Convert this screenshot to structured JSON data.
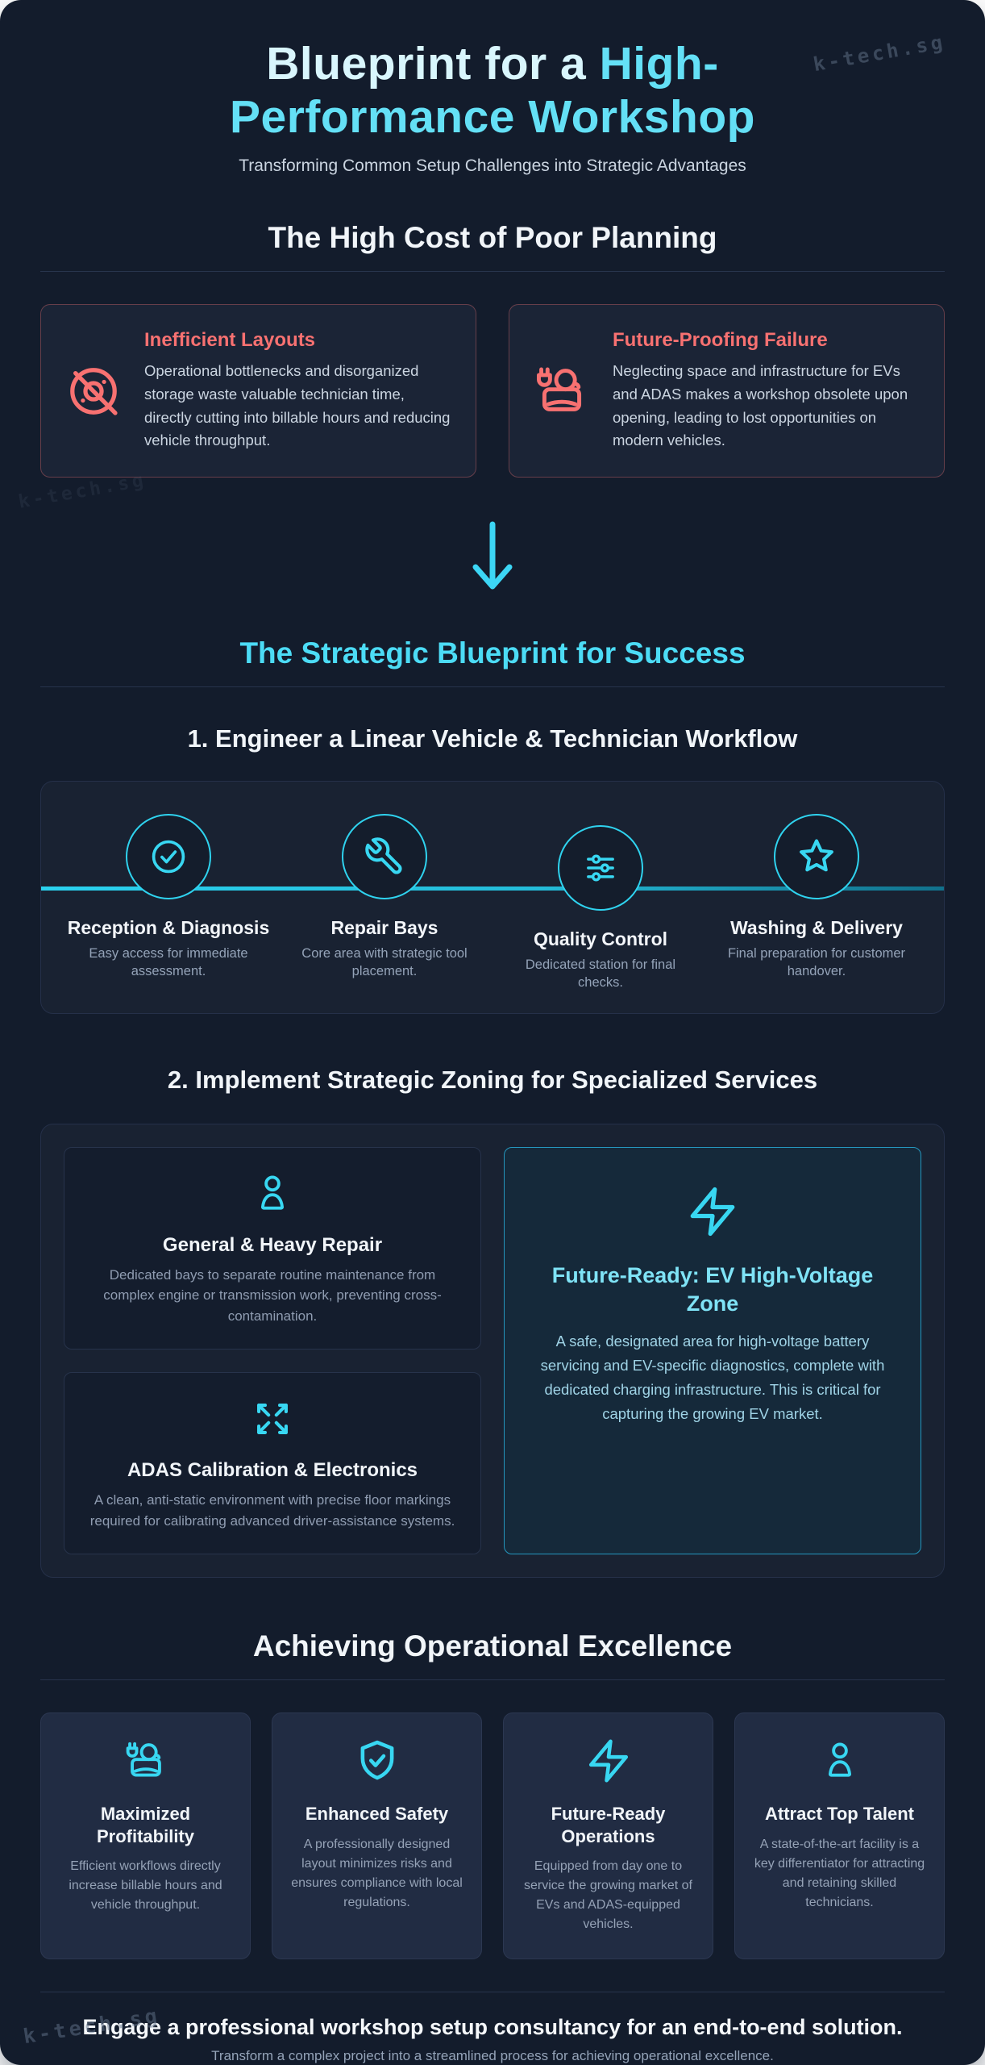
{
  "colors": {
    "background": "#131c2c",
    "accent_cyan": "#38d7f2",
    "accent_salmon": "#f87171"
  },
  "watermark": {
    "text": "k-tech.sg"
  },
  "header": {
    "title_light": "Blueprint for a ",
    "title_accent_1": "High-",
    "title_accent_2": "Performance Workshop",
    "subtitle": "Transforming Common Setup Challenges into Strategic Advantages"
  },
  "problems": {
    "heading": "The High Cost of Poor Planning",
    "cards": [
      {
        "icon": "ban-circle-icon",
        "title": "Inefficient Layouts",
        "text": "Operational bottlenecks and disorganized storage waste valuable technician time, directly cutting into billable hours and reducing vehicle throughput."
      },
      {
        "icon": "ev-car-charging-icon",
        "title": "Future-Proofing Failure",
        "text": "Neglecting space and infrastructure for EVs and ADAS makes a workshop obsolete upon opening, leading to lost opportunities on modern vehicles."
      }
    ]
  },
  "blueprint": {
    "heading": "The Strategic Blueprint for Success",
    "workflow": {
      "heading": "1. Engineer a Linear Vehicle & Technician Workflow",
      "steps": [
        {
          "icon": "check-circle-icon",
          "title": "Reception & Diagnosis",
          "text": "Easy access for immediate assessment."
        },
        {
          "icon": "wrench-icon",
          "title": "Repair Bays",
          "text": "Core area with strategic tool placement."
        },
        {
          "icon": "sliders-icon",
          "title": "Quality Control",
          "text": "Dedicated station for final checks."
        },
        {
          "icon": "star-icon",
          "title": "Washing & Delivery",
          "text": "Final preparation for customer handover."
        }
      ]
    },
    "zoning": {
      "heading": "2. Implement Strategic Zoning for Specialized Services",
      "zones": [
        {
          "icon": "person-icon",
          "title": "General & Heavy Repair",
          "text": "Dedicated bays to separate routine maintenance from complex engine or transmission work, preventing cross-contamination."
        },
        {
          "icon": "expand-arrows-icon",
          "title": "ADAS Calibration & Electronics",
          "text": "A clean, anti-static environment with precise floor markings required for calibrating advanced driver-assistance systems."
        },
        {
          "icon": "lightning-bolt-icon",
          "title": "Future-Ready: EV High-Voltage Zone",
          "text": "A safe, designated area for high-voltage battery servicing and EV-specific diagnostics, complete with dedicated charging infrastructure. This is critical for capturing the growing EV market."
        }
      ]
    }
  },
  "excellence": {
    "heading": "Achieving Operational Excellence",
    "cards": [
      {
        "icon": "ev-car-charging-icon",
        "title": "Maximized Profitability",
        "text": "Efficient workflows directly increase billable hours and vehicle throughput."
      },
      {
        "icon": "shield-check-icon",
        "title": "Enhanced Safety",
        "text": "A professionally designed layout minimizes risks and ensures compliance with local regulations."
      },
      {
        "icon": "lightning-bolt-icon",
        "title": "Future-Ready Operations",
        "text": "Equipped from day one to service the growing market of EVs and ADAS-equipped vehicles."
      },
      {
        "icon": "person-icon",
        "title": "Attract Top Talent",
        "text": "A state-of-the-art facility is a key differentiator for attracting and retaining skilled technicians."
      }
    ]
  },
  "footer": {
    "title": "Engage a professional workshop setup consultancy for an end-to-end solution.",
    "subtitle": "Transform a complex project into a streamlined process for achieving operational excellence."
  }
}
